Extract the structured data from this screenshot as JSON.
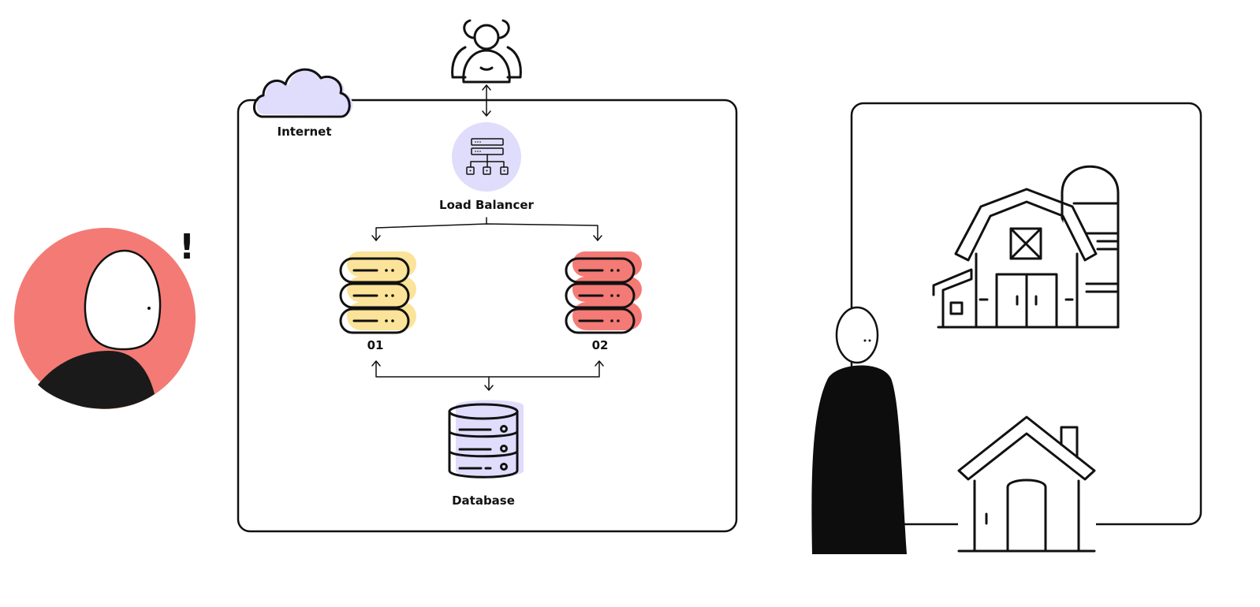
{
  "diagram": {
    "cloud_label": "Internet",
    "load_balancer_label": "Load Balancer",
    "server1_label": "01",
    "server2_label": "02",
    "database_label": "Database",
    "alert_mark": "!"
  },
  "icons": {
    "users": "users-icon",
    "cloud": "cloud-icon",
    "load_balancer": "load-balancer-icon",
    "server1": "server-stack-icon",
    "server2": "server-stack-icon",
    "database": "database-icon",
    "barn": "barn-icon",
    "house": "house-icon",
    "person": "person-illustration",
    "avatar": "avatar-illustration"
  },
  "colors": {
    "cloud_fill": "#e0dcfb",
    "load_balancer_fill": "#e0dcfb",
    "server1_fill": "#fbe39a",
    "server2_fill": "#f47a75",
    "database_fill": "#e0dcfb",
    "avatar_bg": "#f47a75",
    "ink": "#111111"
  }
}
